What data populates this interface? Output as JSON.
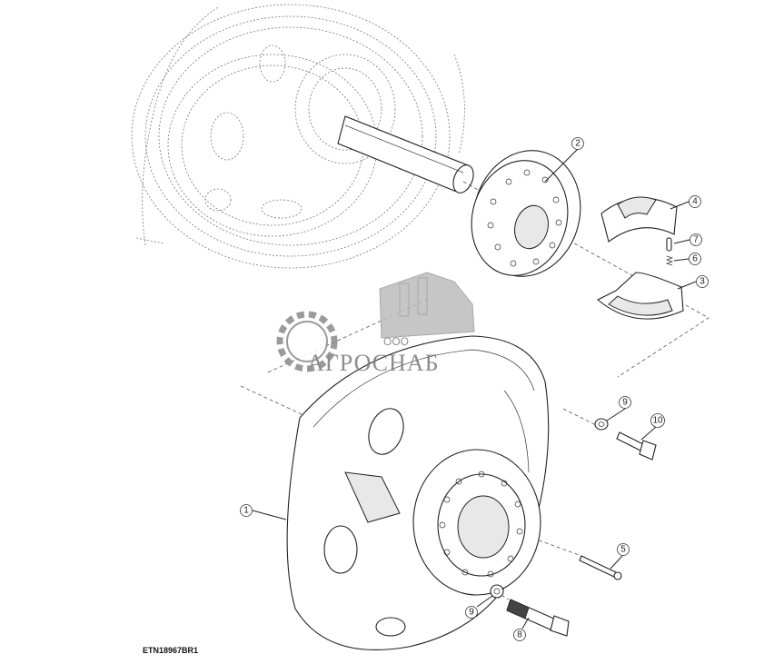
{
  "diagram": {
    "drawing_code": "ETN18967BR1",
    "watermark": {
      "company_prefix": "ООО",
      "company_name": "АГРОСНАБ",
      "gear-icon": "gear-icon",
      "tractor-icon": "tractor-icon"
    },
    "callouts": [
      {
        "id": "c1",
        "label": "1"
      },
      {
        "id": "c2",
        "label": "2"
      },
      {
        "id": "c3",
        "label": "3"
      },
      {
        "id": "c4",
        "label": "4"
      },
      {
        "id": "c5",
        "label": "5"
      },
      {
        "id": "c6",
        "label": "6"
      },
      {
        "id": "c7",
        "label": "7"
      },
      {
        "id": "c8",
        "label": "8"
      },
      {
        "id": "c9a",
        "label": "9"
      },
      {
        "id": "c9b",
        "label": "9"
      },
      {
        "id": "c10",
        "label": "10"
      }
    ]
  }
}
